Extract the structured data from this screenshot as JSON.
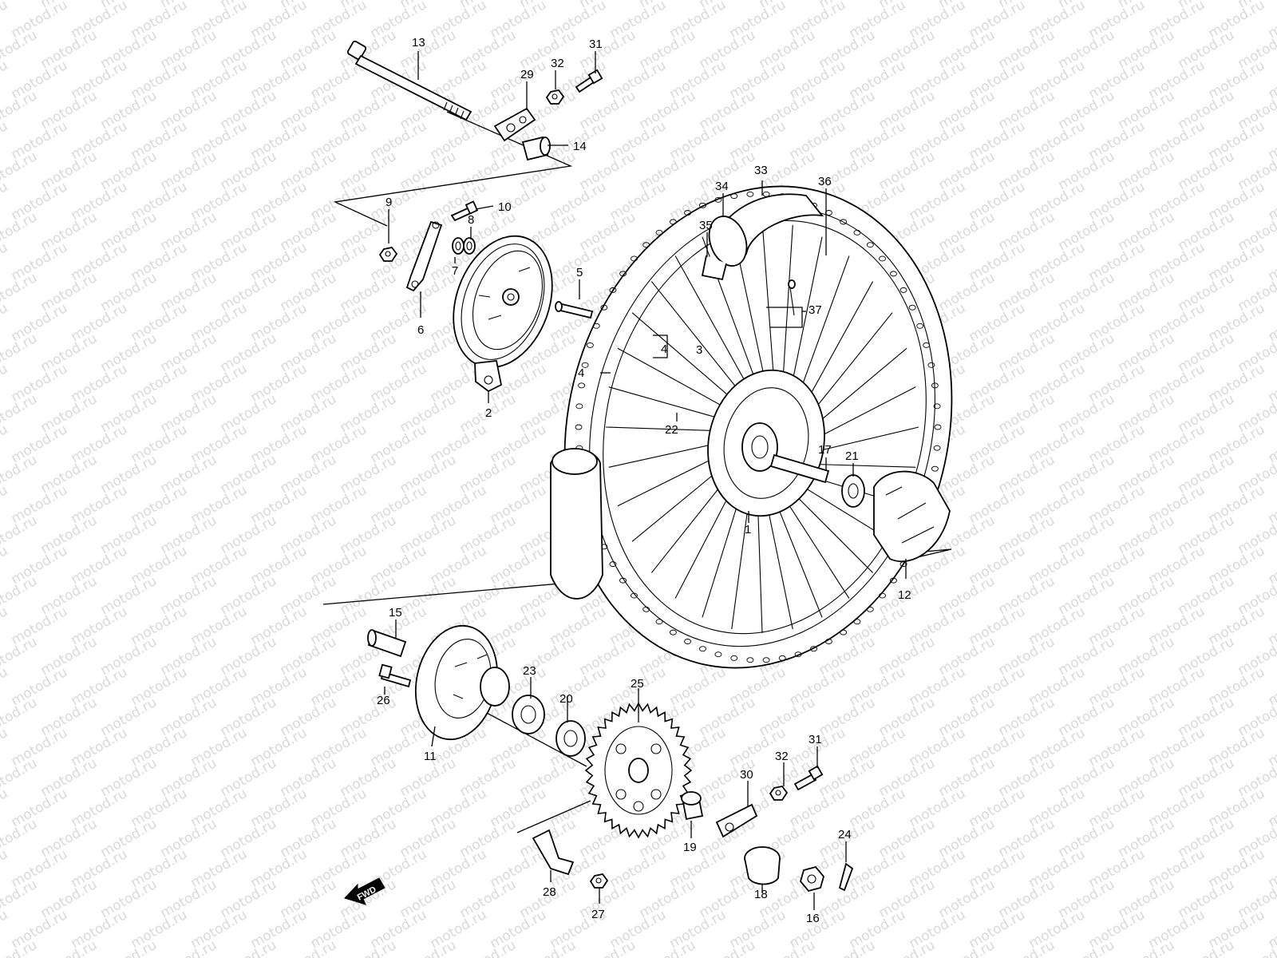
{
  "watermark": {
    "text": "motod.ru"
  },
  "fwd_badge": {
    "text": "FWD"
  },
  "callouts": [
    {
      "key": "13",
      "label": "13"
    },
    {
      "key": "32a",
      "label": "32"
    },
    {
      "key": "31a",
      "label": "31"
    },
    {
      "key": "29",
      "label": "29"
    },
    {
      "key": "14",
      "label": "14"
    },
    {
      "key": "10",
      "label": "10"
    },
    {
      "key": "9",
      "label": "9"
    },
    {
      "key": "8",
      "label": "8"
    },
    {
      "key": "7",
      "label": "7"
    },
    {
      "key": "6",
      "label": "6"
    },
    {
      "key": "5",
      "label": "5"
    },
    {
      "key": "2",
      "label": "2"
    },
    {
      "key": "4a",
      "label": "4"
    },
    {
      "key": "3",
      "label": "3"
    },
    {
      "key": "4b",
      "label": "4"
    },
    {
      "key": "22",
      "label": "22"
    },
    {
      "key": "34",
      "label": "34"
    },
    {
      "key": "33",
      "label": "33"
    },
    {
      "key": "36",
      "label": "36"
    },
    {
      "key": "35",
      "label": "35"
    },
    {
      "key": "37",
      "label": "37"
    },
    {
      "key": "17",
      "label": "17"
    },
    {
      "key": "21",
      "label": "21"
    },
    {
      "key": "1",
      "label": "1"
    },
    {
      "key": "12",
      "label": "12"
    },
    {
      "key": "15",
      "label": "15"
    },
    {
      "key": "26",
      "label": "26"
    },
    {
      "key": "23",
      "label": "23"
    },
    {
      "key": "20",
      "label": "20"
    },
    {
      "key": "25",
      "label": "25"
    },
    {
      "key": "11",
      "label": "11"
    },
    {
      "key": "31b",
      "label": "31"
    },
    {
      "key": "32b",
      "label": "32"
    },
    {
      "key": "30",
      "label": "30"
    },
    {
      "key": "19",
      "label": "19"
    },
    {
      "key": "24",
      "label": "24"
    },
    {
      "key": "28",
      "label": "28"
    },
    {
      "key": "27",
      "label": "27"
    },
    {
      "key": "18",
      "label": "18"
    },
    {
      "key": "16",
      "label": "16"
    }
  ]
}
